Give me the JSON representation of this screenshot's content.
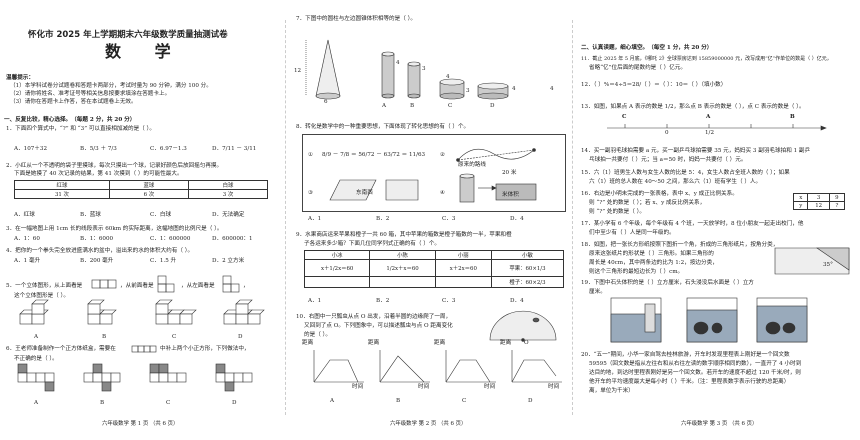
{
  "p1": {
    "title": "怀化市 2025 年上学期期末六年级数学质量抽测试卷",
    "subject": "数  学",
    "tips_head": "温馨提示：",
    "tips": [
      "（1）本学科试卷分试题卷和答题卡两部分，考试时量为 90 分钟，满分 100 分。",
      "（2）请你将姓名、准考证号等相关信息按要求填涂在答题卡上。",
      "（3）请你在答题卡上作答，答在本试题卷上无效。"
    ],
    "sec1": "一、反复比较，精心选择。（每题 2 分，共 20 分）",
    "q1": "1．下面四个算式中，“?” 和 “3” 可以直接相加减的是（      ）。",
    "q1_opts": [
      "A．107＋32",
      "B．5/3 ＋ 7/3",
      "C．6.97－1.3",
      "D．7/11 － 3/11"
    ],
    "q2": "2．小红从一个不透明的袋子里摸球，每次只摸出一个球，记录好颜色后放回摇匀再摸。",
    "q2b": "下面是她摸了 40 次记录的结果，第 41 次摸到（      ）的可能性最大。",
    "q2_table": {
      "head": [
        "红球",
        "蓝球",
        "白球"
      ],
      "row": [
        "31 次",
        "6 次",
        "3 次"
      ]
    },
    "q2_opts": [
      "A．红球",
      "B．蓝球",
      "C．白球",
      "D．无法确定"
    ],
    "q3": "3．在一幅地图上用 1cm 长的线段表示 60km 的实际距离，这幅地图的比例尺是（      ）。",
    "q3_opts": [
      "A．1：60",
      "B．1：6000",
      "C．1：600000",
      "D．600000：1"
    ],
    "q4": "4．把你的一个拳头完全放进盛满水的盆中，溢出来的水的体积大约有（      ）。",
    "q4_opts": [
      "A．1 毫升",
      "B．200 毫升",
      "C．1.5 升",
      "D．2 立方米"
    ],
    "q5": "5．一个立体图形，从上面看是",
    "q5b": "，从前面看是",
    "q5c": "，从左面看是",
    "q5d": "，",
    "q5e": "这个立体图形是（      ）。",
    "q5_opts": [
      "A",
      "B",
      "C",
      "D"
    ],
    "q6": "6．王老师准备制作一个正方体纸盒，需要在",
    "q6b": "中补上两个小正方形，下列做法中，",
    "q6c": "不正确的是（      ）。",
    "q6_opts": [
      "A",
      "B",
      "C",
      "D"
    ],
    "footer": "六年级数学  第 1 页  （共 6 页）"
  },
  "p2": {
    "q7": "7．下图中的圆柱与左边圆锥体积相等的是（      ）。",
    "q7_labels": [
      "12",
      "6",
      "4",
      "3",
      "4",
      "3",
      "4",
      "4"
    ],
    "q7_opts": [
      "A",
      "B",
      "C",
      "D"
    ],
    "q8": "8．转化是数学中的一种重要思想，下面体现了转化思想的有（      ）个。",
    "q8_fracs": [
      "8/9",
      "－",
      "7/8",
      "＝",
      "56/72",
      "－",
      "63/72",
      "＝",
      "11/63"
    ],
    "q8_n": [
      "①",
      "②",
      "③",
      "④"
    ],
    "q8_labels": [
      "东南西",
      "原来的路线",
      "20 米",
      "米体积"
    ],
    "q8_opts": [
      "A．1",
      "B．2",
      "C．3",
      "D．4"
    ],
    "q9": "9．水果商店运来苹果和橙子一共 60 箱，其中苹果的箱数是橙子箱数的一半，苹果和橙",
    "q9b": "子各运来多少箱？下面几位同学列式正确的有（      ）个。",
    "q9_names": [
      "小冰",
      "小陈",
      "小丽",
      "小敏"
    ],
    "q9_eq": [
      "x＋1/2x＝60",
      "1/2x＋x＝60",
      "x＋2x＝60",
      "苹果：60×1/3"
    ],
    "q9_eq2": [
      "",
      "",
      "",
      "橙子：60×2/3"
    ],
    "q9_opts": [
      "A．1",
      "B．2",
      "C．3",
      "D．4"
    ],
    "q10": "10．右图中一只瓢虫从点 O 出发，沿着半圆的边缘爬了一周，",
    "q10b": "又回到了点 O。下列图象中，可以描述瓢虫与点 O 距离变化",
    "q10c": "的是（      ）。",
    "q10_axis_y": "距离",
    "q10_axis_x": "时间",
    "q10_o": "O",
    "q10_opts": [
      "A",
      "B",
      "C",
      "D"
    ],
    "footer": "六年级数学  第 2 页  （共 6 页）"
  },
  "p3": {
    "sec2": "二、认真读题，细心填空。（每空 1 分，共 20 分）",
    "q11": "11．截止 2025 年 5 月底，《哪吒 2》全球票房达到 15859000000 元，改写成用“亿”作单位的数是（      ）亿元，",
    "q11b": "省略“亿”位后面的尾数约是（      ）亿元。",
    "q12": "12．（      ）%＝4÷5＝28/（   ）＝（      ）：10＝（      ）（填小数）",
    "q13": "13．如图，如果点 A 表示的数是 1/2，那么点 B 表示的数是（      ），点 C 表示的数是（      ）。",
    "q13_pts": [
      "C",
      "A",
      "B",
      "0",
      "1/2"
    ],
    "q14": "14．买一副羽毛球拍需要 a 元，买一副乒乓球拍需要 35 元，妈妈买 3 副羽毛球拍和 1 副乒",
    "q14b": "乓球拍一共要付（      ）元；当 a＝50 时，妈妈一共要付（      ）元。",
    "q15": "15．六（1）班男生人数与女生人数的比是 5：4，女生人数占全班人数的（      ）；如果",
    "q15b": "六（1）班的总人数在 40～50 之间，那么六（1）班有学生（      ）人。",
    "q16": "16．右边是小明未完成的一张表格，表中 x、y 成正比例关系。",
    "q16b": "则 “?” 处的数是（      ）；若 x、y 成反比例关系，",
    "q16c": "则 “?” 处的数是（      ）。",
    "q16_table": [
      [
        "x",
        "3",
        "9"
      ],
      [
        "y",
        "12",
        "?"
      ]
    ],
    "q17": "17．某小学有 6 个年级，每个年级有 4 个班，一天放学时，8 位小朋友一起走出校门，他",
    "q17b": "们中至少有（      ）人是同一年级的。",
    "q18": "18．如图，把一张长方形纸按照下图折一个角，折成的三角形纸片，按角分类，",
    "q18b": "原来这张纸片的形状是（      ）三角形。如果三角形的",
    "q18c": "周长是 40cm，其中两条边的比为 1:2，按边分类，",
    "q18d": "则这个三角形的最短边长为（      ）cm。",
    "q18_angle": "35°",
    "q19": "19．下图中石头体积的是（      ）立方厘米，石头浸没后水面是（      ）立方",
    "q19b": "厘米。",
    "q20": "20．“五一”期间，小华一家自驾去桂林旅游，开车时发现里程表上刚好是一个回文数",
    "q20b": "59595（回文数是指从左往右和从右往左读的数字顺序相同的数），一直开了 4 小时到",
    "q20c": "达目的地，到达时里程表刚好是另一个回文数。若开车的速度不超过 120 千米/时，则",
    "q20d": "他开车的平均速度最大是每小时（      ）千米。（注：里程表数字表示行驶的总距离）",
    "q20e": "离，单位为千米）",
    "footer": "六年级数学  第 3 页  （共 6 页）"
  }
}
